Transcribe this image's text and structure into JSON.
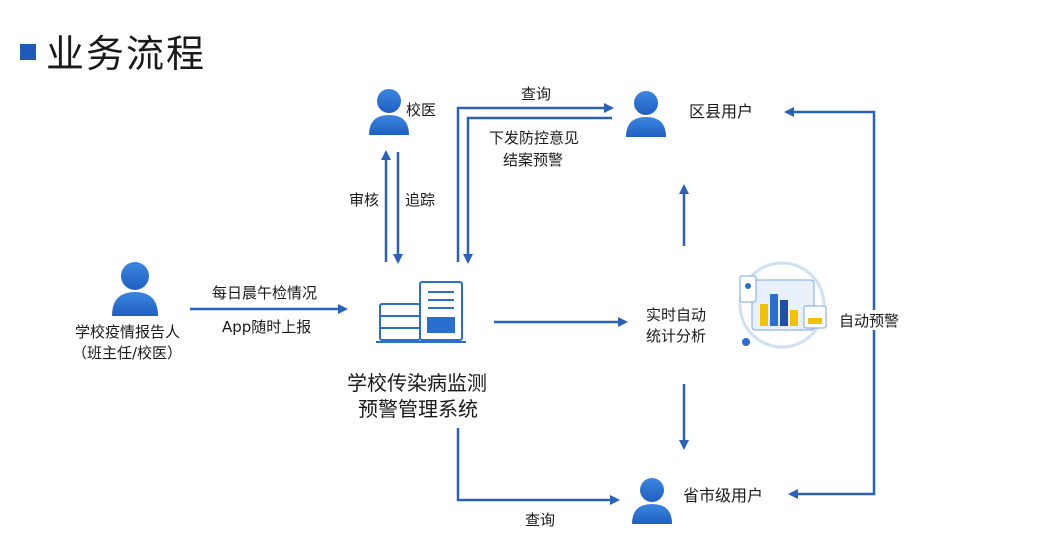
{
  "header": {
    "title": "业务流程"
  },
  "nodes": {
    "reporter": {
      "line1": "学校疫情报告人",
      "line2": "（班主任/校医）"
    },
    "school_doctor": {
      "label": "校医"
    },
    "district_user": {
      "label": "区县用户"
    },
    "province_user": {
      "label": "省市级用户"
    },
    "system": {
      "line1": "学校传染病监测",
      "line2": "预警管理系统"
    },
    "analysis": {
      "line1": "实时自动",
      "line2": "统计分析"
    }
  },
  "edges": {
    "daily_report": {
      "line1": "每日晨午检情况",
      "line2": "App随时上报"
    },
    "review": {
      "label": "审核"
    },
    "track": {
      "label": "追踪"
    },
    "query_top": {
      "label": "查询"
    },
    "issue": {
      "line1": "下发防控意见",
      "line2": "结案预警"
    },
    "query_bottom": {
      "label": "查询"
    },
    "auto_alert": {
      "label": "自动预警"
    }
  },
  "colors": {
    "accent": "#1e5bb8",
    "arrow": "#2a62b8",
    "person": "#2f74d0"
  }
}
